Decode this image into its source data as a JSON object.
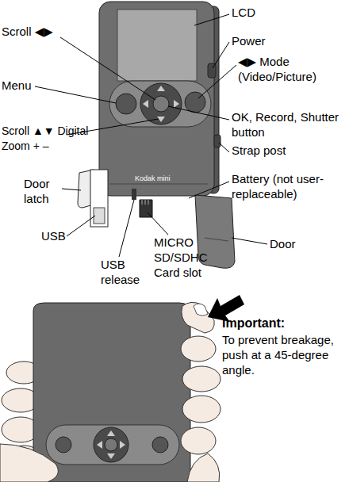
{
  "diagram": {
    "labels": [
      "LCD",
      "Power",
      "◀▶ Mode (Video/Picture)",
      "OK, Record, Shutter button",
      "Strap post",
      "Battery (not user-replaceable)",
      "Door",
      "Scroll ◀▶",
      "Menu",
      "Scroll ▲▼ Digital Zoom + –",
      "Door latch",
      "USB",
      "USB release",
      "MICRO SD/SDHC Card slot",
      "Kodak mini",
      "Important:",
      "To prevent breakage, push at a 45-degree angle."
    ]
  }
}
